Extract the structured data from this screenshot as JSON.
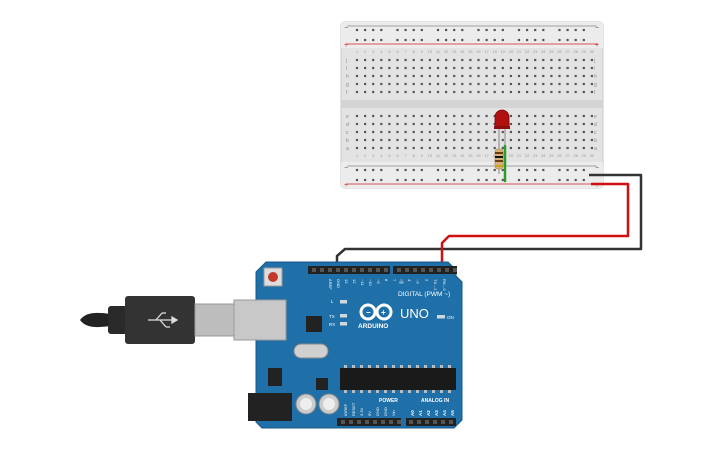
{
  "breadboard": {
    "top_row_labels": [
      "j",
      "i",
      "h",
      "g",
      "f"
    ],
    "bottom_row_labels": [
      "e",
      "d",
      "c",
      "b",
      "a"
    ],
    "rail_minus": "−",
    "rail_plus": "+",
    "column_numbers": [
      "1",
      "2",
      "3",
      "4",
      "5",
      "6",
      "7",
      "8",
      "9",
      "10",
      "11",
      "12",
      "13",
      "14",
      "15",
      "16",
      "17",
      "18",
      "19",
      "20",
      "21",
      "22",
      "23",
      "24",
      "25",
      "26",
      "27",
      "28",
      "29",
      "30"
    ]
  },
  "arduino": {
    "model": "UNO",
    "brand": "ARDUINO",
    "digital_label": "DIGITAL (PWM ~)",
    "power_label": "POWER",
    "analog_label": "ANALOG IN",
    "on_label": "ON",
    "led_labels": [
      "L",
      "TX",
      "RX"
    ],
    "digital_pins": [
      "AREF",
      "GND",
      "13",
      "12",
      "~11",
      "~10",
      "~9",
      "8",
      "7",
      "~6",
      "~5",
      "4",
      "~3",
      "2",
      "TX→1",
      "RX←0"
    ],
    "power_pins": [
      "IOREF",
      "RESET",
      "3.3V",
      "5V",
      "GND",
      "GND",
      "Vin"
    ],
    "analog_pins": [
      "A0",
      "A1",
      "A2",
      "A3",
      "A4",
      "A5"
    ]
  },
  "components": {
    "led_color": "#b01010",
    "resistor_body": "#d8b07a",
    "board_color": "#1f6fa8",
    "wire_black": "#333333",
    "wire_red": "#d01010",
    "wire_green": "#2a9d2a"
  }
}
